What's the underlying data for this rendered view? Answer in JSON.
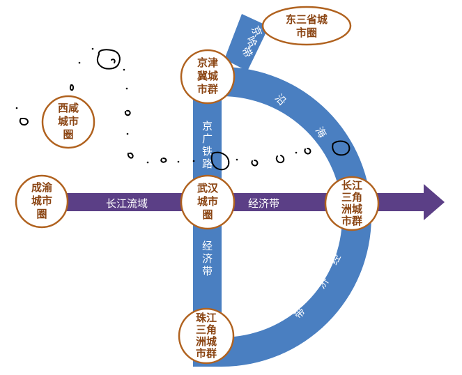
{
  "bands": {
    "changjiang": {
      "left": "长江流域",
      "right": "经济带"
    },
    "jingguang": {
      "top": [
        "京",
        "广",
        "铁",
        "路"
      ],
      "bottom": [
        "经",
        "济",
        "带"
      ]
    },
    "jingha": [
      "京",
      "哈",
      "带"
    ],
    "coastal_top": [
      "沿",
      "海"
    ],
    "coastal_bottom": [
      "经",
      "济",
      "带"
    ]
  },
  "cities": {
    "dongsansheng": [
      "东三省城",
      "市圈"
    ],
    "jingjinji": [
      "京津",
      "冀城",
      "市群"
    ],
    "xixian": [
      "西咸",
      "城市",
      "圈"
    ],
    "chengyu": [
      "成渝",
      "城市",
      "圈"
    ],
    "wuhan": [
      "武汉",
      "城市",
      "圈"
    ],
    "changjiangsanjiaozhou": [
      "长江",
      "三角",
      "洲城",
      "市群"
    ],
    "zhujiangsanjiaozhou": [
      "珠江",
      "三角",
      "洲城",
      "市群"
    ]
  },
  "colors": {
    "band_blue": "#4a7fc1",
    "band_purple": "#5b3f86",
    "city_fill": "#ffffff",
    "city_stroke": "#b0621f",
    "city_text": "#8a4412"
  }
}
